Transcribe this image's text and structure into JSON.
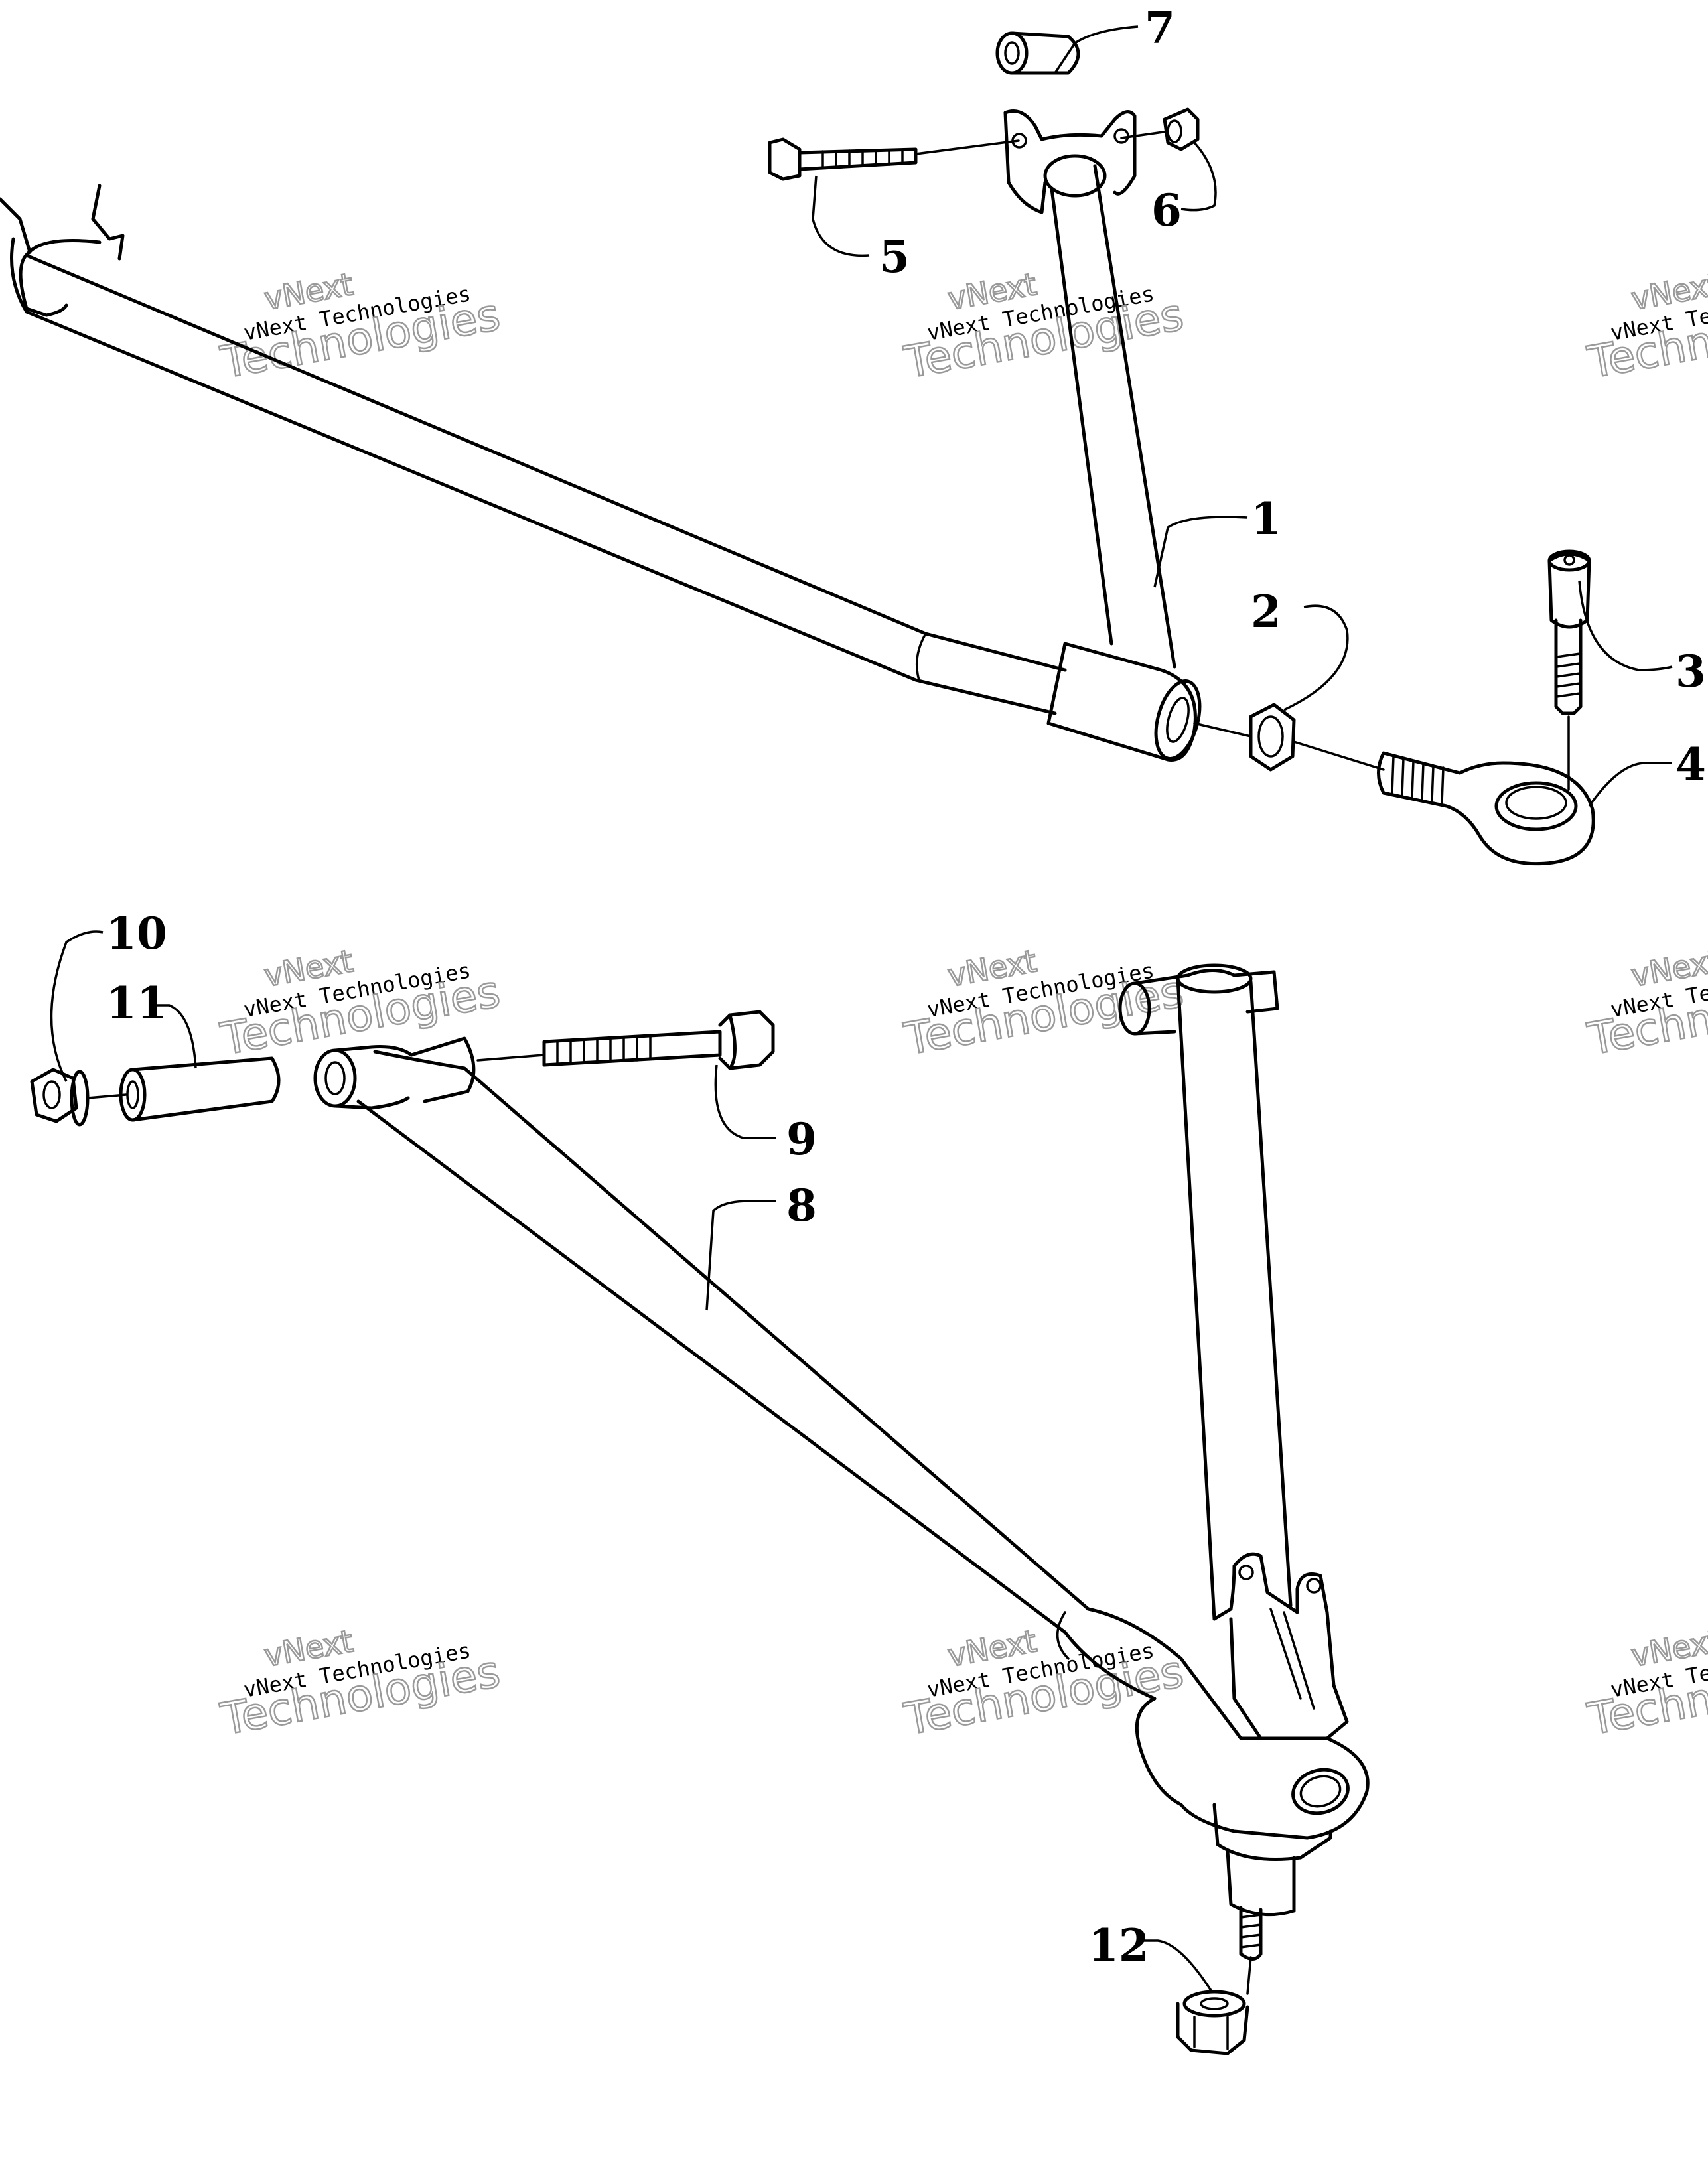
{
  "watermark": {
    "line1": "vNext Technologies",
    "line2": "Technologies",
    "line0": "vNext"
  },
  "callouts": [
    {
      "id": "1",
      "label": "1"
    },
    {
      "id": "2",
      "label": "2"
    },
    {
      "id": "3",
      "label": "3"
    },
    {
      "id": "4",
      "label": "4"
    },
    {
      "id": "5",
      "label": "5"
    },
    {
      "id": "6",
      "label": "6"
    },
    {
      "id": "7",
      "label": "7"
    },
    {
      "id": "8",
      "label": "8"
    },
    {
      "id": "9",
      "label": "9"
    },
    {
      "id": "10",
      "label": "10"
    },
    {
      "id": "11",
      "label": "11"
    },
    {
      "id": "12",
      "label": "12"
    }
  ]
}
